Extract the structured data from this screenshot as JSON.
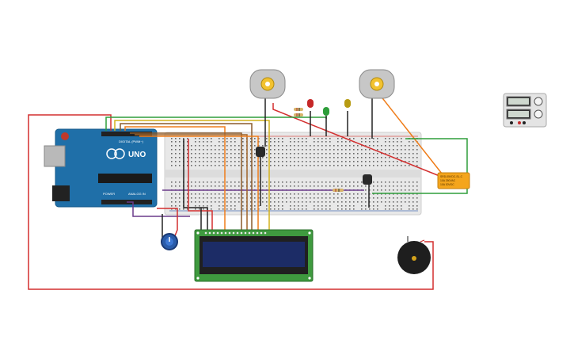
{
  "arduino": {
    "brand": "UNO",
    "label_digital": "DIGITAL (PWM~)",
    "label_power": "POWER",
    "label_analog": "ANALOG IN"
  },
  "relay": {
    "line1": "SRD-05VDC-SL-C",
    "line2": "10A 250VAC",
    "line3": "10A 30VDC"
  },
  "colors": {
    "wire_red": "#d32f2f",
    "wire_green": "#2e9e3a",
    "wire_orange": "#ef7d1a",
    "wire_purple": "#6a3a8a",
    "wire_yellow": "#d4b21b",
    "wire_brown": "#8a5a2b",
    "wire_black": "#222222",
    "arduino_blue": "#1f6fa8",
    "lcd_green": "#3f9a3f",
    "lcd_screen": "#1c2c66",
    "breadboard": "#e9e9e9"
  }
}
